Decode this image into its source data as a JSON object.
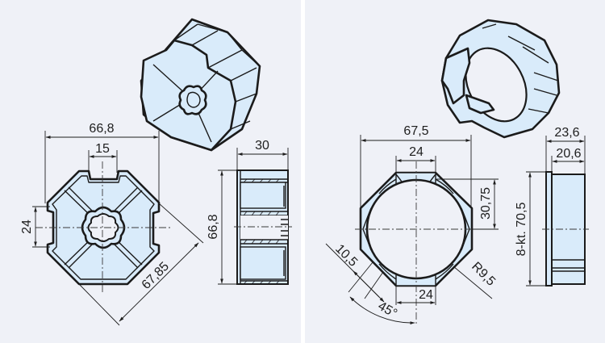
{
  "figure": {
    "colors": {
      "background": "#eff1f7",
      "separator": "#ffffff",
      "part_fill": "#d9ebfa",
      "line": "#1b1b1b"
    },
    "left_part": {
      "description": "Octagonal shaft adapter (8-kt profile insert) with star-shaped drive bore",
      "views": [
        "isometric",
        "front",
        "side"
      ],
      "dimensions": {
        "width_overall": "66,8",
        "top_slot_width": "15",
        "side_slot_width": "24",
        "diagonal_across": "67,85",
        "side_height": "66,8",
        "depth": "30"
      }
    },
    "right_part": {
      "description": "Octagonal ring adapter with circular bore and notches",
      "views": [
        "isometric",
        "front",
        "side"
      ],
      "dimensions": {
        "width_overall": "67,5",
        "top_notch_width": "24",
        "bottom_notch_width": "24",
        "half_height_notch": "30,75",
        "notch_depth": "10,5",
        "radius": "R9,5",
        "angle": "45°",
        "octagon_size": "8-kt. 70,5",
        "depth_overall": "23,6",
        "depth_body": "20,6"
      }
    }
  }
}
